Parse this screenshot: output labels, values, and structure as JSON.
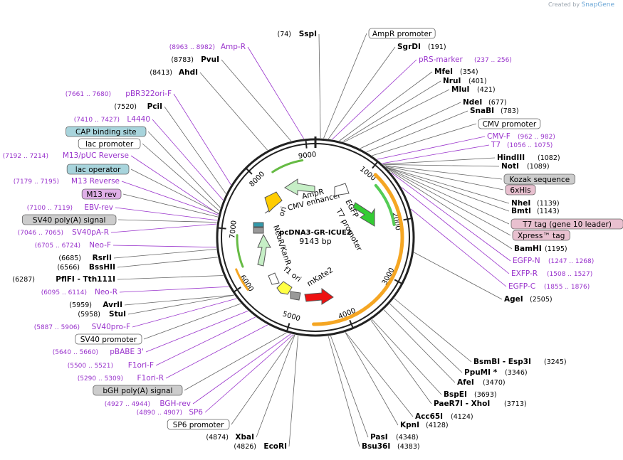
{
  "credit": {
    "prefix": "Created by",
    "brand": "SnapGene"
  },
  "plasmid": {
    "name": "pcDNA3-GR-ICUE2",
    "length_label": "9143 bp"
  },
  "ticks": [
    "1000",
    "2000",
    "3000",
    "4000",
    "5000",
    "6000",
    "7000",
    "8000",
    "9000"
  ],
  "inner_features": [
    {
      "label": "AmpR",
      "rot": -14
    },
    {
      "label": "CMV enhancer",
      "rot": -14
    },
    {
      "label": "EGFP",
      "rot": 60
    },
    {
      "label": "T7 promoter",
      "rot": 60
    },
    {
      "label": "ori",
      "rot": -70
    },
    {
      "label": "NeoR/KanR",
      "rot": 68
    },
    {
      "label": "f1 ori",
      "rot": 35
    },
    {
      "label": "mKate2",
      "rot": -35
    }
  ],
  "right_labels": [
    {
      "kind": "feat",
      "name": "AmpR promoter",
      "pos": "",
      "box": "#ffffff"
    },
    {
      "kind": "enzyme",
      "name": "SgrDI",
      "pos": "(191)"
    },
    {
      "kind": "primer",
      "name": "pRS-marker",
      "pos": "(237 .. 256)"
    },
    {
      "kind": "enzyme",
      "name": "MfeI",
      "pos": "(354)"
    },
    {
      "kind": "enzyme",
      "name": "NruI",
      "pos": "(401)"
    },
    {
      "kind": "enzyme",
      "name": "MluI",
      "pos": "(421)"
    },
    {
      "kind": "enzyme",
      "name": "NdeI",
      "pos": "(677)"
    },
    {
      "kind": "enzyme",
      "name": "SnaBI",
      "pos": "(783)"
    },
    {
      "kind": "feat",
      "name": "CMV promoter",
      "pos": "",
      "box": "#ffffff"
    },
    {
      "kind": "primer",
      "name": "CMV-F",
      "pos": "(962 .. 982)"
    },
    {
      "kind": "primer",
      "name": "T7",
      "pos": "(1056 .. 1075)"
    },
    {
      "kind": "enzyme",
      "name": "HindIII",
      "pos": "(1082)"
    },
    {
      "kind": "enzyme",
      "name": "NotI",
      "pos": "(1089)"
    },
    {
      "kind": "feat",
      "name": "Kozak sequence",
      "pos": "",
      "box": "#cccccc"
    },
    {
      "kind": "feat",
      "name": "6xHis",
      "pos": "",
      "box": "#e8c0cf"
    },
    {
      "kind": "enzyme",
      "name": "NheI",
      "pos": "(1139)"
    },
    {
      "kind": "enzyme",
      "name": "BmtI",
      "pos": "(1143)"
    },
    {
      "kind": "feat",
      "name": "T7 tag (gene 10 leader)",
      "pos": "",
      "box": "#e8c0cf"
    },
    {
      "kind": "feat",
      "name": "Xpress™ tag",
      "pos": "",
      "box": "#e8c0cf"
    },
    {
      "kind": "enzyme",
      "name": "BamHI",
      "pos": "(1195)"
    },
    {
      "kind": "primer",
      "name": "EGFP-N",
      "pos": "(1247 .. 1268)"
    },
    {
      "kind": "primer",
      "name": "EXFP-R",
      "pos": "(1508 .. 1527)"
    },
    {
      "kind": "primer",
      "name": "EGFP-C",
      "pos": "(1855 .. 1876)"
    },
    {
      "kind": "enzyme",
      "name": "AgeI",
      "pos": "(2505)"
    }
  ],
  "left_labels": [
    {
      "kind": "enzyme",
      "name": "SspI",
      "pos": "(74)"
    },
    {
      "kind": "primer",
      "name": "Amp-R",
      "pos": "(8963 .. 8982)"
    },
    {
      "kind": "enzyme",
      "name": "PvuI",
      "pos": "(8783)"
    },
    {
      "kind": "enzyme",
      "name": "AhdI",
      "pos": "(8413)"
    },
    {
      "kind": "primer",
      "name": "pBR322ori-F",
      "pos": "(7661 .. 7680)"
    },
    {
      "kind": "enzyme",
      "name": "PciI",
      "pos": "(7520)"
    },
    {
      "kind": "primer",
      "name": "L4440",
      "pos": "(7410 .. 7427)"
    },
    {
      "kind": "feat",
      "name": "CAP binding site",
      "pos": "",
      "box": "#a8d4dc"
    },
    {
      "kind": "feat",
      "name": "lac promoter",
      "pos": "",
      "box": "#ffffff"
    },
    {
      "kind": "primer",
      "name": "M13/pUC Reverse",
      "pos": "(7192 .. 7214)"
    },
    {
      "kind": "feat",
      "name": "lac operator",
      "pos": "",
      "box": "#a8d4dc"
    },
    {
      "kind": "primer",
      "name": "M13 Reverse",
      "pos": "(7179 .. 7195)"
    },
    {
      "kind": "feat",
      "name": "M13 rev",
      "pos": "",
      "box": "#e0b0e8"
    },
    {
      "kind": "primer",
      "name": "EBV-rev",
      "pos": "(7100 .. 7119)"
    },
    {
      "kind": "feat",
      "name": "SV40 poly(A) signal",
      "pos": "",
      "box": "#cccccc"
    },
    {
      "kind": "primer",
      "name": "SV40pA-R",
      "pos": "(7046 .. 7065)"
    },
    {
      "kind": "primer",
      "name": "Neo-F",
      "pos": "(6705 .. 6724)"
    },
    {
      "kind": "enzyme",
      "name": "RsrII",
      "pos": "(6685)"
    },
    {
      "kind": "enzyme",
      "name": "BssHII",
      "pos": "(6566)"
    },
    {
      "kind": "enzyme",
      "name": "PflFI - Tth111I",
      "pos": "(6287)"
    },
    {
      "kind": "primer",
      "name": "Neo-R",
      "pos": "(6095 .. 6114)"
    },
    {
      "kind": "enzyme",
      "name": "AvrII",
      "pos": "(5959)"
    },
    {
      "kind": "enzyme",
      "name": "StuI",
      "pos": "(5958)"
    },
    {
      "kind": "primer",
      "name": "SV40pro-F",
      "pos": "(5887 .. 5906)"
    },
    {
      "kind": "feat",
      "name": "SV40 promoter",
      "pos": "",
      "box": "#ffffff"
    },
    {
      "kind": "primer",
      "name": "pBABE 3'",
      "pos": "(5640 .. 5660)"
    },
    {
      "kind": "primer",
      "name": "F1ori-F",
      "pos": "(5500 .. 5521)"
    },
    {
      "kind": "primer",
      "name": "F1ori-R",
      "pos": "(5290 .. 5309)"
    },
    {
      "kind": "feat",
      "name": "bGH poly(A) signal",
      "pos": "",
      "box": "#cccccc"
    },
    {
      "kind": "primer",
      "name": "BGH-rev",
      "pos": "(4927 .. 4944)"
    },
    {
      "kind": "primer",
      "name": "SP6",
      "pos": "(4890 .. 4907)"
    },
    {
      "kind": "feat",
      "name": "SP6 promoter",
      "pos": "",
      "box": "#ffffff"
    },
    {
      "kind": "enzyme",
      "name": "XbaI",
      "pos": "(4874)"
    },
    {
      "kind": "enzyme",
      "name": "EcoRI",
      "pos": "(4826)"
    }
  ],
  "bottom_labels": [
    {
      "kind": "enzyme",
      "name": "Bsu36I",
      "pos": "(4383)"
    },
    {
      "kind": "enzyme",
      "name": "PasI",
      "pos": "(4348)"
    },
    {
      "kind": "enzyme",
      "name": "KpnI",
      "pos": "(4128)"
    },
    {
      "kind": "enzyme",
      "name": "Acc65I",
      "pos": "(4124)"
    },
    {
      "kind": "enzyme",
      "name": "PaeR7I - XhoI",
      "pos": "(3713)"
    },
    {
      "kind": "enzyme",
      "name": "BspEI",
      "pos": "(3693)"
    },
    {
      "kind": "enzyme",
      "name": "AfeI",
      "pos": "(3470)"
    },
    {
      "kind": "enzyme",
      "name": "PpuMI *",
      "pos": "(3346)"
    },
    {
      "kind": "enzyme",
      "name": "BsmBI - Esp3I",
      "pos": "(3245)"
    }
  ],
  "colors": {
    "enzyme_line": "#888888",
    "primer": "#9933cc",
    "egfp": "#33cc33",
    "mkate": "#ee1111",
    "ori": "#ffcc00",
    "marker": "#aaddaa",
    "orange_arc": "#f5a623"
  }
}
